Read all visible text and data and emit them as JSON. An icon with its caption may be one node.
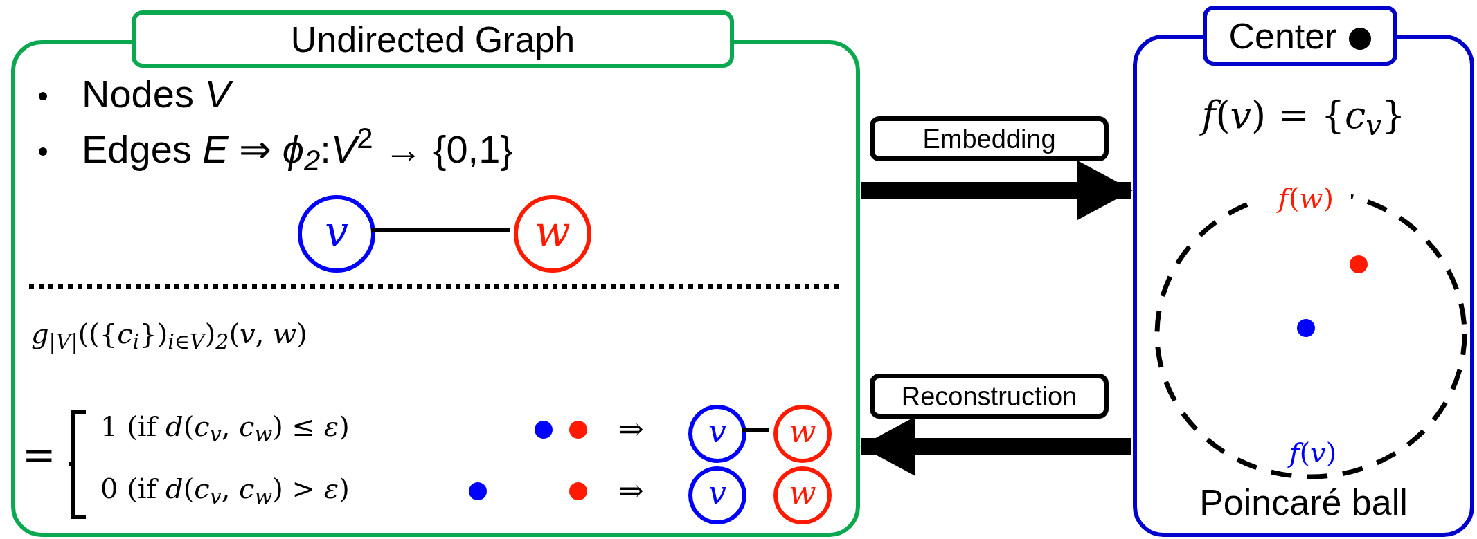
{
  "diagram": {
    "nodes": [
      {
        "text": [
          "Undirected Graph",
          "Nodes *V*",
          "Edges *E* ⇒ *ϕ*$_{2}$:*V*$^{2}$ → {0,1}",
          "*g*$_{|V|}$(({*c*$_{i}$})$_{i∈V}$)$_{2}$(*v*, *w*)",
          "=",
          "1 (if *d*(*c*$_{v}$, *c*$_{w}$) ≤ *ε*)",
          "0 (if *d*(*c*$_{v}$, *c*$_{w}$) > *ε*)",
          "⇒",
          "⇒"
        ]
      },
      {
        "text": [
          "v"
        ],
        "in": 0
      },
      {
        "text": [
          "w"
        ],
        "in": 0
      },
      {
        "text": [
          "v"
        ],
        "in": 0
      },
      {
        "text": [
          "w"
        ],
        "in": 0
      },
      {
        "text": [
          "v"
        ],
        "in": 0
      },
      {
        "text": [
          "w"
        ],
        "in": 0
      },
      {
        "text": [
          "Center",
          "*f*(*v*) = {*c*$_{v}$}",
          "Poincaré ball"
        ]
      },
      {
        "text": [
          "*f*(*w*)",
          "*f*(*v*)"
        ],
        "in": 7
      }
    ],
    "edges": [
      {
        "from": 1,
        "to": 2,
        "arrow": "none"
      },
      {
        "from": 3,
        "to": 4,
        "arrow": "none"
      },
      {
        "from": 0,
        "to": 7,
        "arrow": "to",
        "style": "thick",
        "label": "Embedding"
      },
      {
        "from": 7,
        "to": 0,
        "arrow": "to",
        "style": "thick",
        "label": "Reconstruction"
      }
    ]
  }
}
